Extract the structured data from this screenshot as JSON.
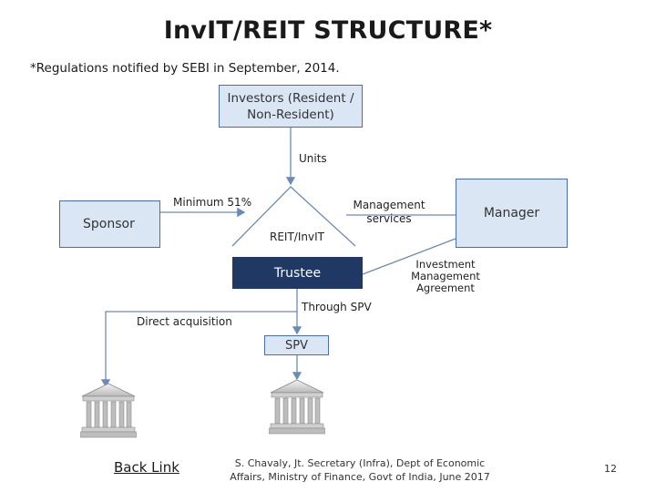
{
  "title": "InvIT/REIT STRUCTURE*",
  "subtitle": "*Regulations notified by SEBI in September, 2014.",
  "nodes": {
    "investors": "Investors (Resident / Non-Resident)",
    "sponsor": "Sponsor",
    "manager": "Manager",
    "trustee": "Trustee",
    "spv": "SPV",
    "reit": "REIT/InvIT"
  },
  "edge_labels": {
    "units": "Units",
    "minimum": "Minimum 51%",
    "management_services": "Management services",
    "investment_agreement": "Investment Management Agreement",
    "through_spv": "Through SPV",
    "direct_acquisition": "Direct acquisition"
  },
  "icons": [
    "bank-building-icon",
    "bank-building-icon"
  ],
  "colors": {
    "box_fill": "#dbe6f4",
    "box_border": "#4a6fa5",
    "trustee_fill": "#1f3864",
    "line": "#6d8ab7"
  },
  "footer": {
    "back_link": "Back Link",
    "citation": "S. Chavaly, Jt. Secretary (Infra), Dept of Economic Affairs, Ministry of Finance, Govt of India, June 2017",
    "page_number": "12"
  }
}
